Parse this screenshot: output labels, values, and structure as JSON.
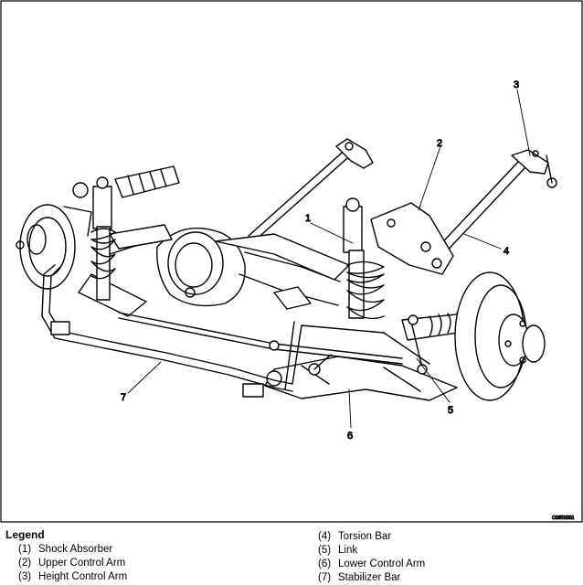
{
  "figure": {
    "code": "C03RX001",
    "callouts": [
      "1",
      "2",
      "3",
      "4",
      "5",
      "6",
      "7"
    ]
  },
  "legend": {
    "title": "Legend",
    "left_items": [
      {
        "num": "(1)",
        "label": "Shock Absorber"
      },
      {
        "num": "(2)",
        "label": "Upper Control Arm"
      },
      {
        "num": "(3)",
        "label": "Height Control Arm"
      }
    ],
    "right_items": [
      {
        "num": "(4)",
        "label": "Torsion Bar"
      },
      {
        "num": "(5)",
        "label": "Link"
      },
      {
        "num": "(6)",
        "label": "Lower Control Arm"
      },
      {
        "num": "(7)",
        "label": "Stabilizer Bar"
      }
    ]
  }
}
